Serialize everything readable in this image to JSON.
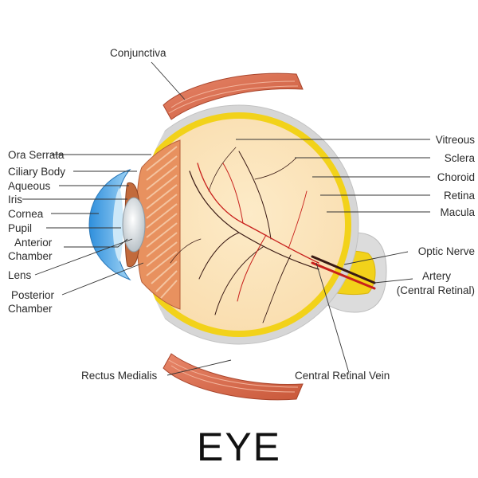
{
  "title": "EYE",
  "labels": {
    "conjunctiva": "Conjunctiva",
    "ora_serrata": "Ora Serrata",
    "ciliary_body": "Ciliary Body",
    "aqueous": "Aqueous",
    "iris": "Iris",
    "cornea": "Cornea",
    "pupil": "Pupil",
    "anterior_chamber_1": "Anterior",
    "anterior_chamber_2": "Chamber",
    "lens": "Lens",
    "posterior_chamber_1": "Posterior",
    "posterior_chamber_2": "Chamber",
    "rectus_medialis": "Rectus Medialis",
    "vitreous": "Vitreous",
    "sclera": "Sclera",
    "choroid": "Choroid",
    "retina": "Retina",
    "macula": "Macula",
    "optic_nerve": "Optic Nerve",
    "artery_1": "Artery",
    "artery_2": "(Central Retinal)",
    "central_retinal_vein": "Central Retinal Vein"
  },
  "colors": {
    "vitreous": "#fbe3b6",
    "retina": "#f2d21a",
    "sclera": "#d4d4d4",
    "muscle": "#d9714c",
    "cornea": "#3f9de0",
    "vessel_red": "#c8201c",
    "vessel_dark": "#3a1a14"
  }
}
